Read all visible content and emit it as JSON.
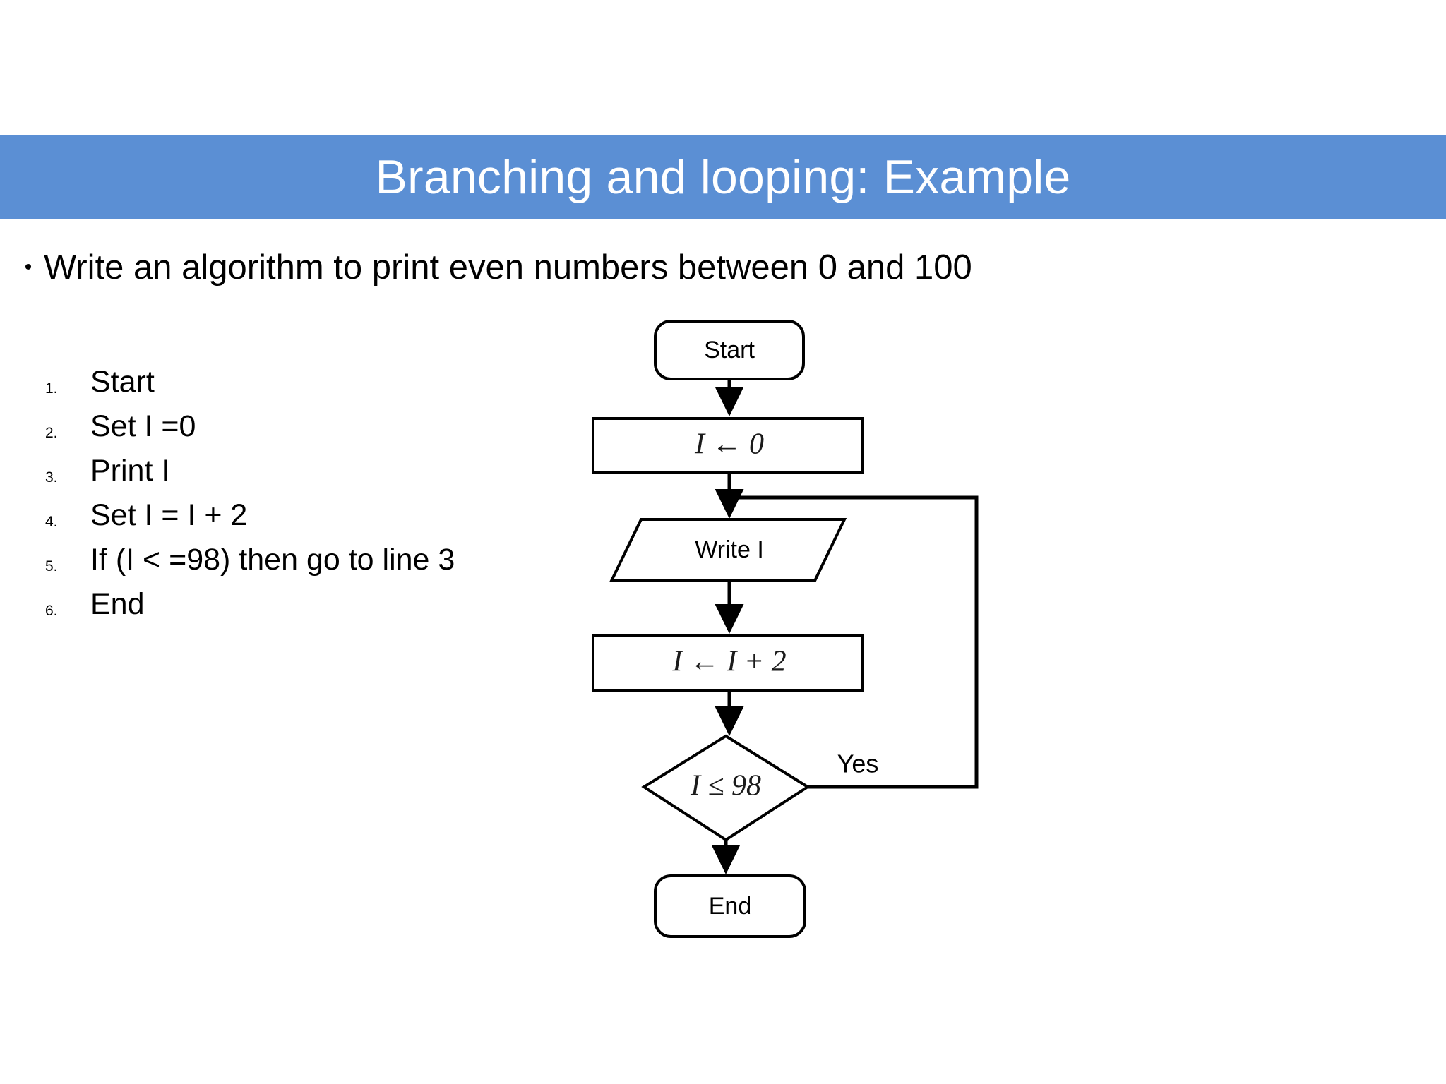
{
  "slide": {
    "title": "Branching and looping: Example",
    "title_bar_color": "#5b8fd4",
    "background_color": "#ffffff",
    "text_color": "#000000"
  },
  "bullet": {
    "marker": "•",
    "text": "Write an algorithm to print even numbers between 0 and 100"
  },
  "algorithm": {
    "steps": [
      {
        "number": "1.",
        "label": "Start"
      },
      {
        "number": "2.",
        "label": "Set I =0"
      },
      {
        "number": "3.",
        "label": "Print I"
      },
      {
        "number": "4.",
        "label": "Set I = I + 2"
      },
      {
        "number": "5.",
        "label": "If (I < =98) then go to line 3"
      },
      {
        "number": "6.",
        "label": "End"
      }
    ]
  },
  "flowchart": {
    "nodes": {
      "start": {
        "label": "Start",
        "shape": "rounded-rectangle"
      },
      "init": {
        "label": "I ← 0",
        "shape": "rectangle"
      },
      "output": {
        "label": "Write I",
        "shape": "parallelogram"
      },
      "increment": {
        "label": "I ← I + 2",
        "shape": "rectangle"
      },
      "decision": {
        "label": "I ≤ 98",
        "shape": "diamond"
      },
      "end": {
        "label": "End",
        "shape": "rounded-rectangle"
      }
    },
    "edges": {
      "yes_branch": "Yes"
    }
  }
}
